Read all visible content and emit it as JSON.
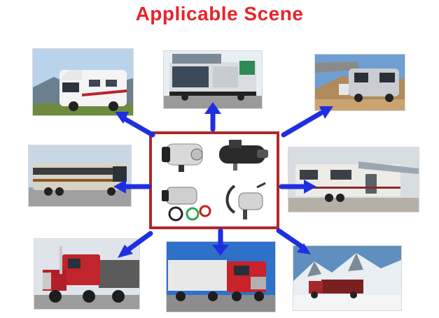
{
  "title": "Applicable Scene",
  "colors": {
    "title": "#e8242b",
    "arrow": "#1f2fe0",
    "frame": "#b3262b"
  },
  "scenes": [
    {
      "icon": "motorhome-photo"
    },
    {
      "icon": "stage-truck-photo"
    },
    {
      "icon": "campervan-photo"
    },
    {
      "icon": "tour-bus-photo"
    },
    {
      "icon": "travel-trailer-photo"
    },
    {
      "icon": "red-semi-truck-photo"
    },
    {
      "icon": "truck-with-trailer-photo"
    },
    {
      "icon": "snow-road-truck-photo"
    }
  ],
  "products": [
    {
      "icon": "air-heater-unit-icon"
    },
    {
      "icon": "diesel-heater-cylinder-icon"
    },
    {
      "icon": "heater-kit-with-cables-icon"
    },
    {
      "icon": "heater-with-exhaust-pipe-icon"
    }
  ]
}
